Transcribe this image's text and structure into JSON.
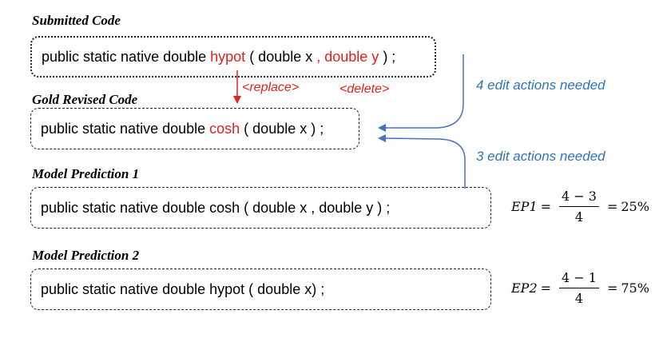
{
  "submitted": {
    "heading": "Submitted Code",
    "code_prefix": "public static native double ",
    "code_method": "hypot",
    "code_mid": " ( double x ",
    "code_deleted": ", double y",
    "code_suffix": " ) ;"
  },
  "gold": {
    "heading": "Gold Revised Code",
    "code_prefix": "public static native double ",
    "code_method": "cosh",
    "code_suffix": " ( double x ) ;"
  },
  "prediction1": {
    "heading": "Model Prediction 1",
    "code": "public static native double cosh ( double x , double y ) ;"
  },
  "prediction2": {
    "heading": "Model Prediction 2",
    "code": "public static native double hypot ( double x) ;"
  },
  "edit_tags": {
    "replace": "<replace>",
    "delete": "<delete>"
  },
  "annotations": {
    "submitted_edits": "4 edit actions needed",
    "prediction1_edits": "3 edit actions needed"
  },
  "formulas": {
    "ep1": {
      "lhs": "EP1",
      "eq": "=",
      "num": "4 − 3",
      "den": "4",
      "eq2": "=",
      "result": "25%"
    },
    "ep2": {
      "lhs": "EP2",
      "eq": "=",
      "num": "4 − 1",
      "den": "4",
      "eq2": "=",
      "result": "75%"
    }
  },
  "colors": {
    "highlight": "#e3211c",
    "arrow_blue": "#4472c4",
    "annotation_blue": "#2f74b5"
  }
}
